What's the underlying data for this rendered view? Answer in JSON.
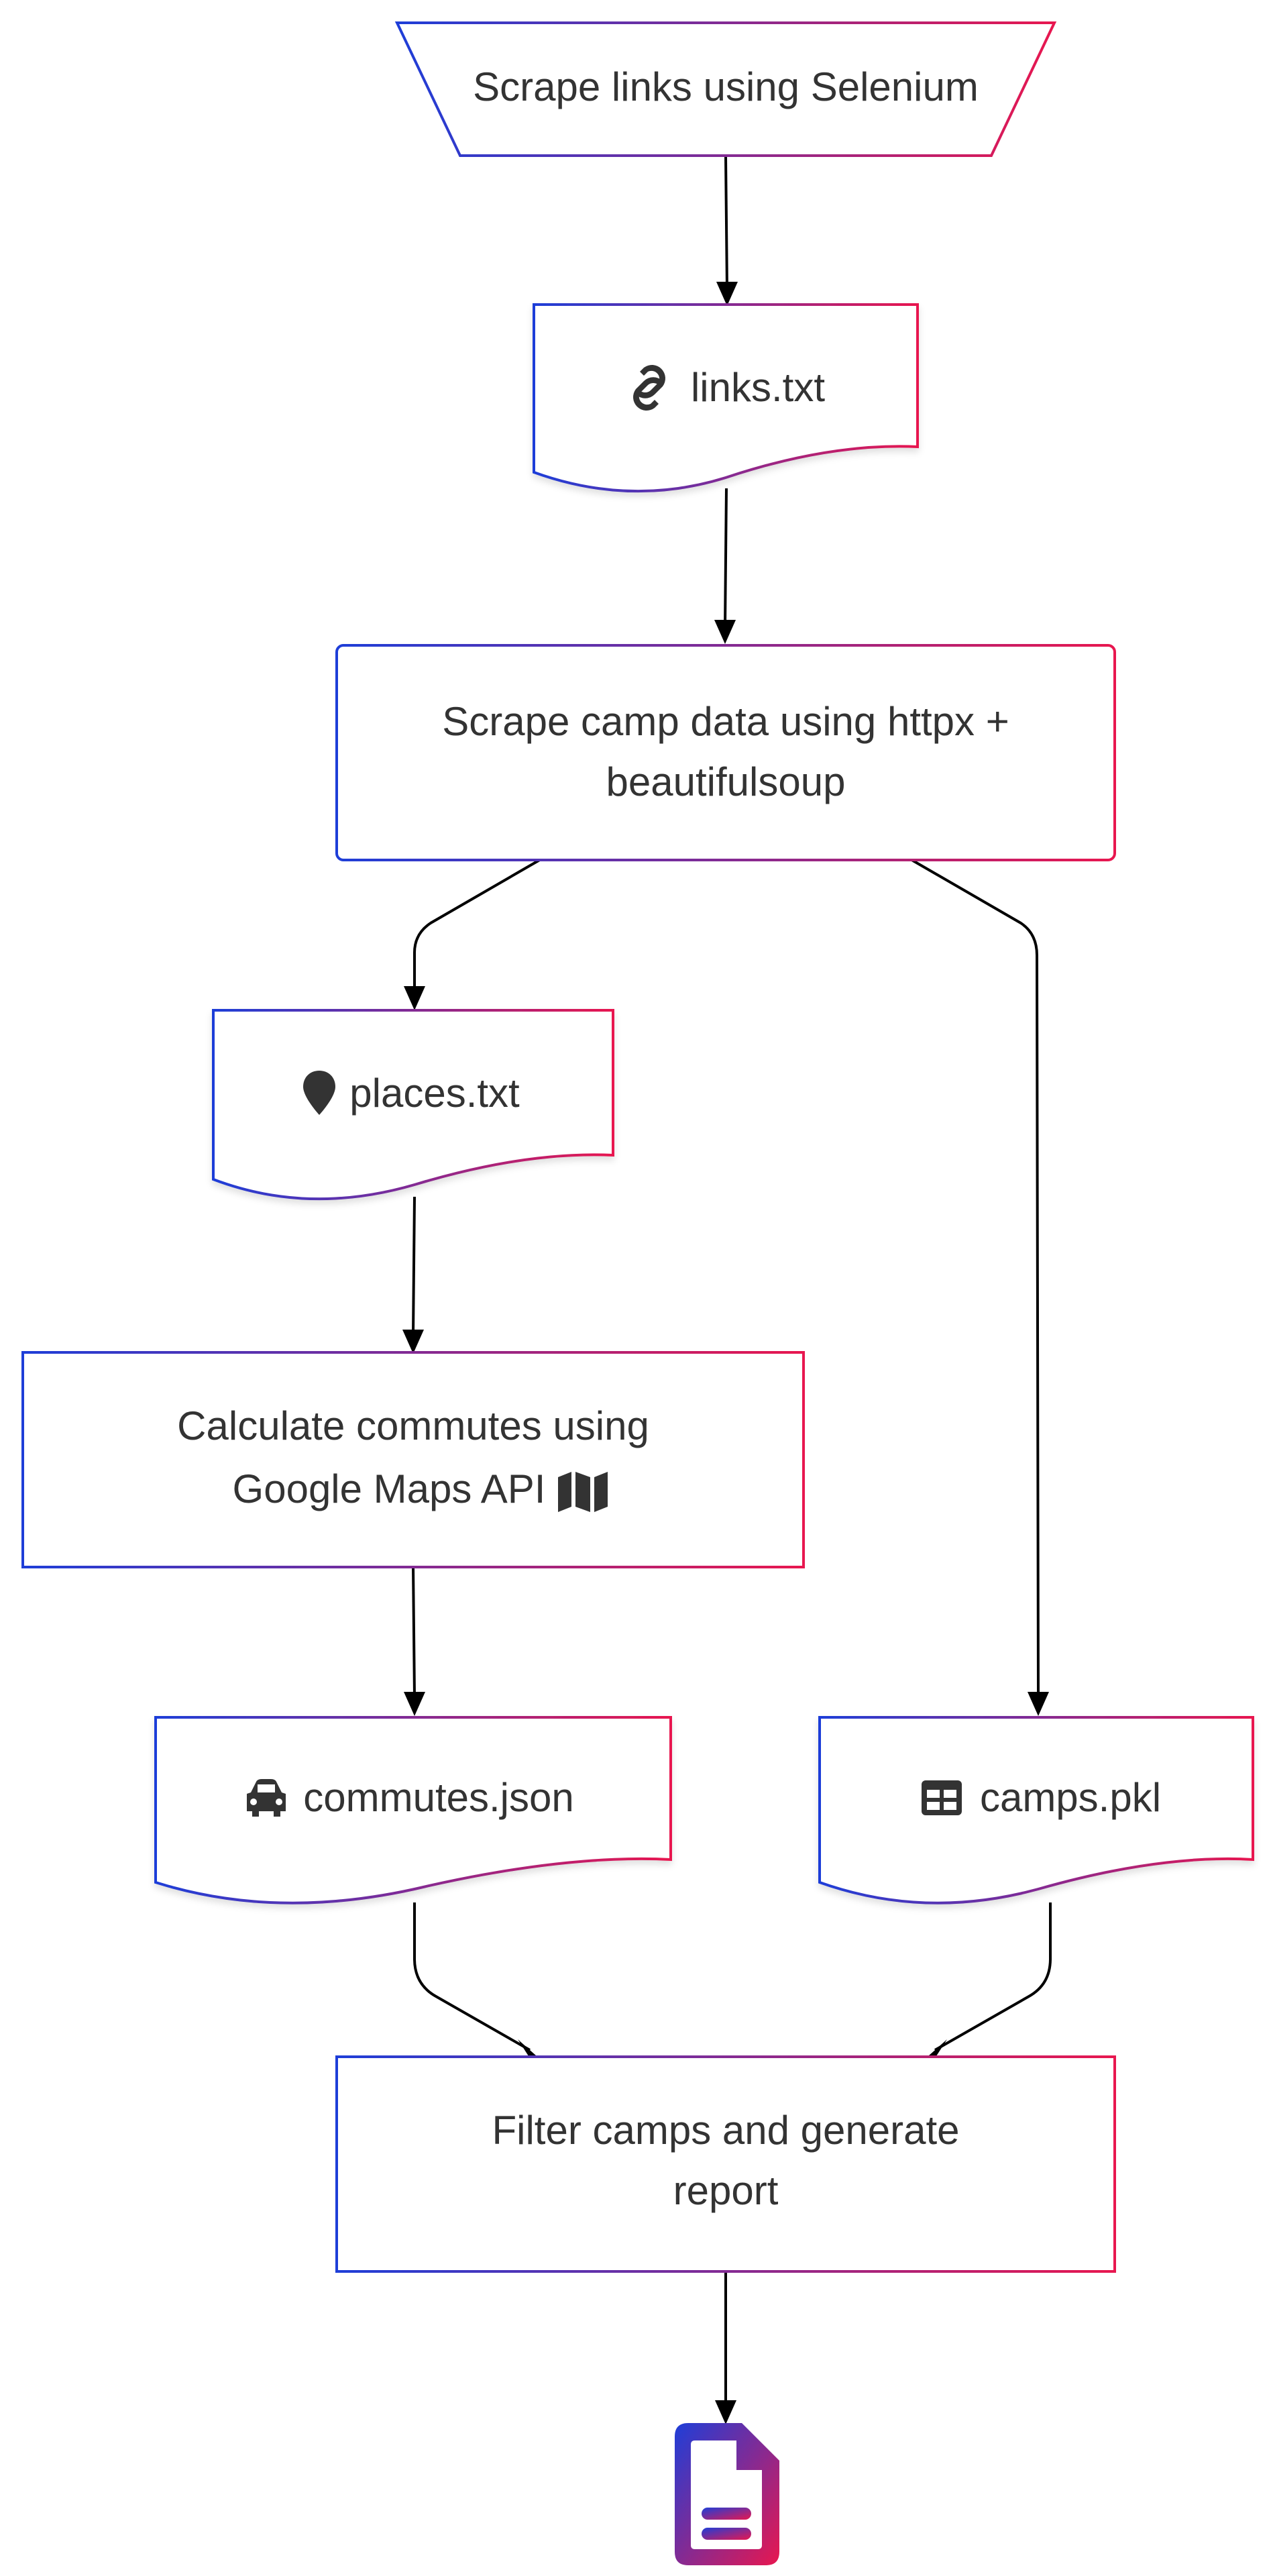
{
  "nodes": {
    "scrape_links": {
      "label": "Scrape links using Selenium"
    },
    "links": {
      "label": "links.txt",
      "icon": "link-icon"
    },
    "scrape_camp": {
      "line1": "Scrape camp data using httpx +",
      "line2": "beautifulsoup"
    },
    "places": {
      "label": "places.txt",
      "icon": "map-marker-icon"
    },
    "commute_calc": {
      "line1": "Calculate commutes using",
      "line2": "Google Maps API",
      "icon": "map-icon"
    },
    "commutes": {
      "label": "commutes.json",
      "icon": "car-icon"
    },
    "camps": {
      "label": "camps.pkl",
      "icon": "table-icon"
    },
    "filter": {
      "line1": "Filter camps and generate",
      "line2": "report"
    },
    "report": {
      "icon": "file-document-icon"
    }
  },
  "colors": {
    "gradient_start": "#1e3ed8",
    "gradient_end": "#e8174f",
    "edge": "#000000",
    "text": "#333333"
  }
}
